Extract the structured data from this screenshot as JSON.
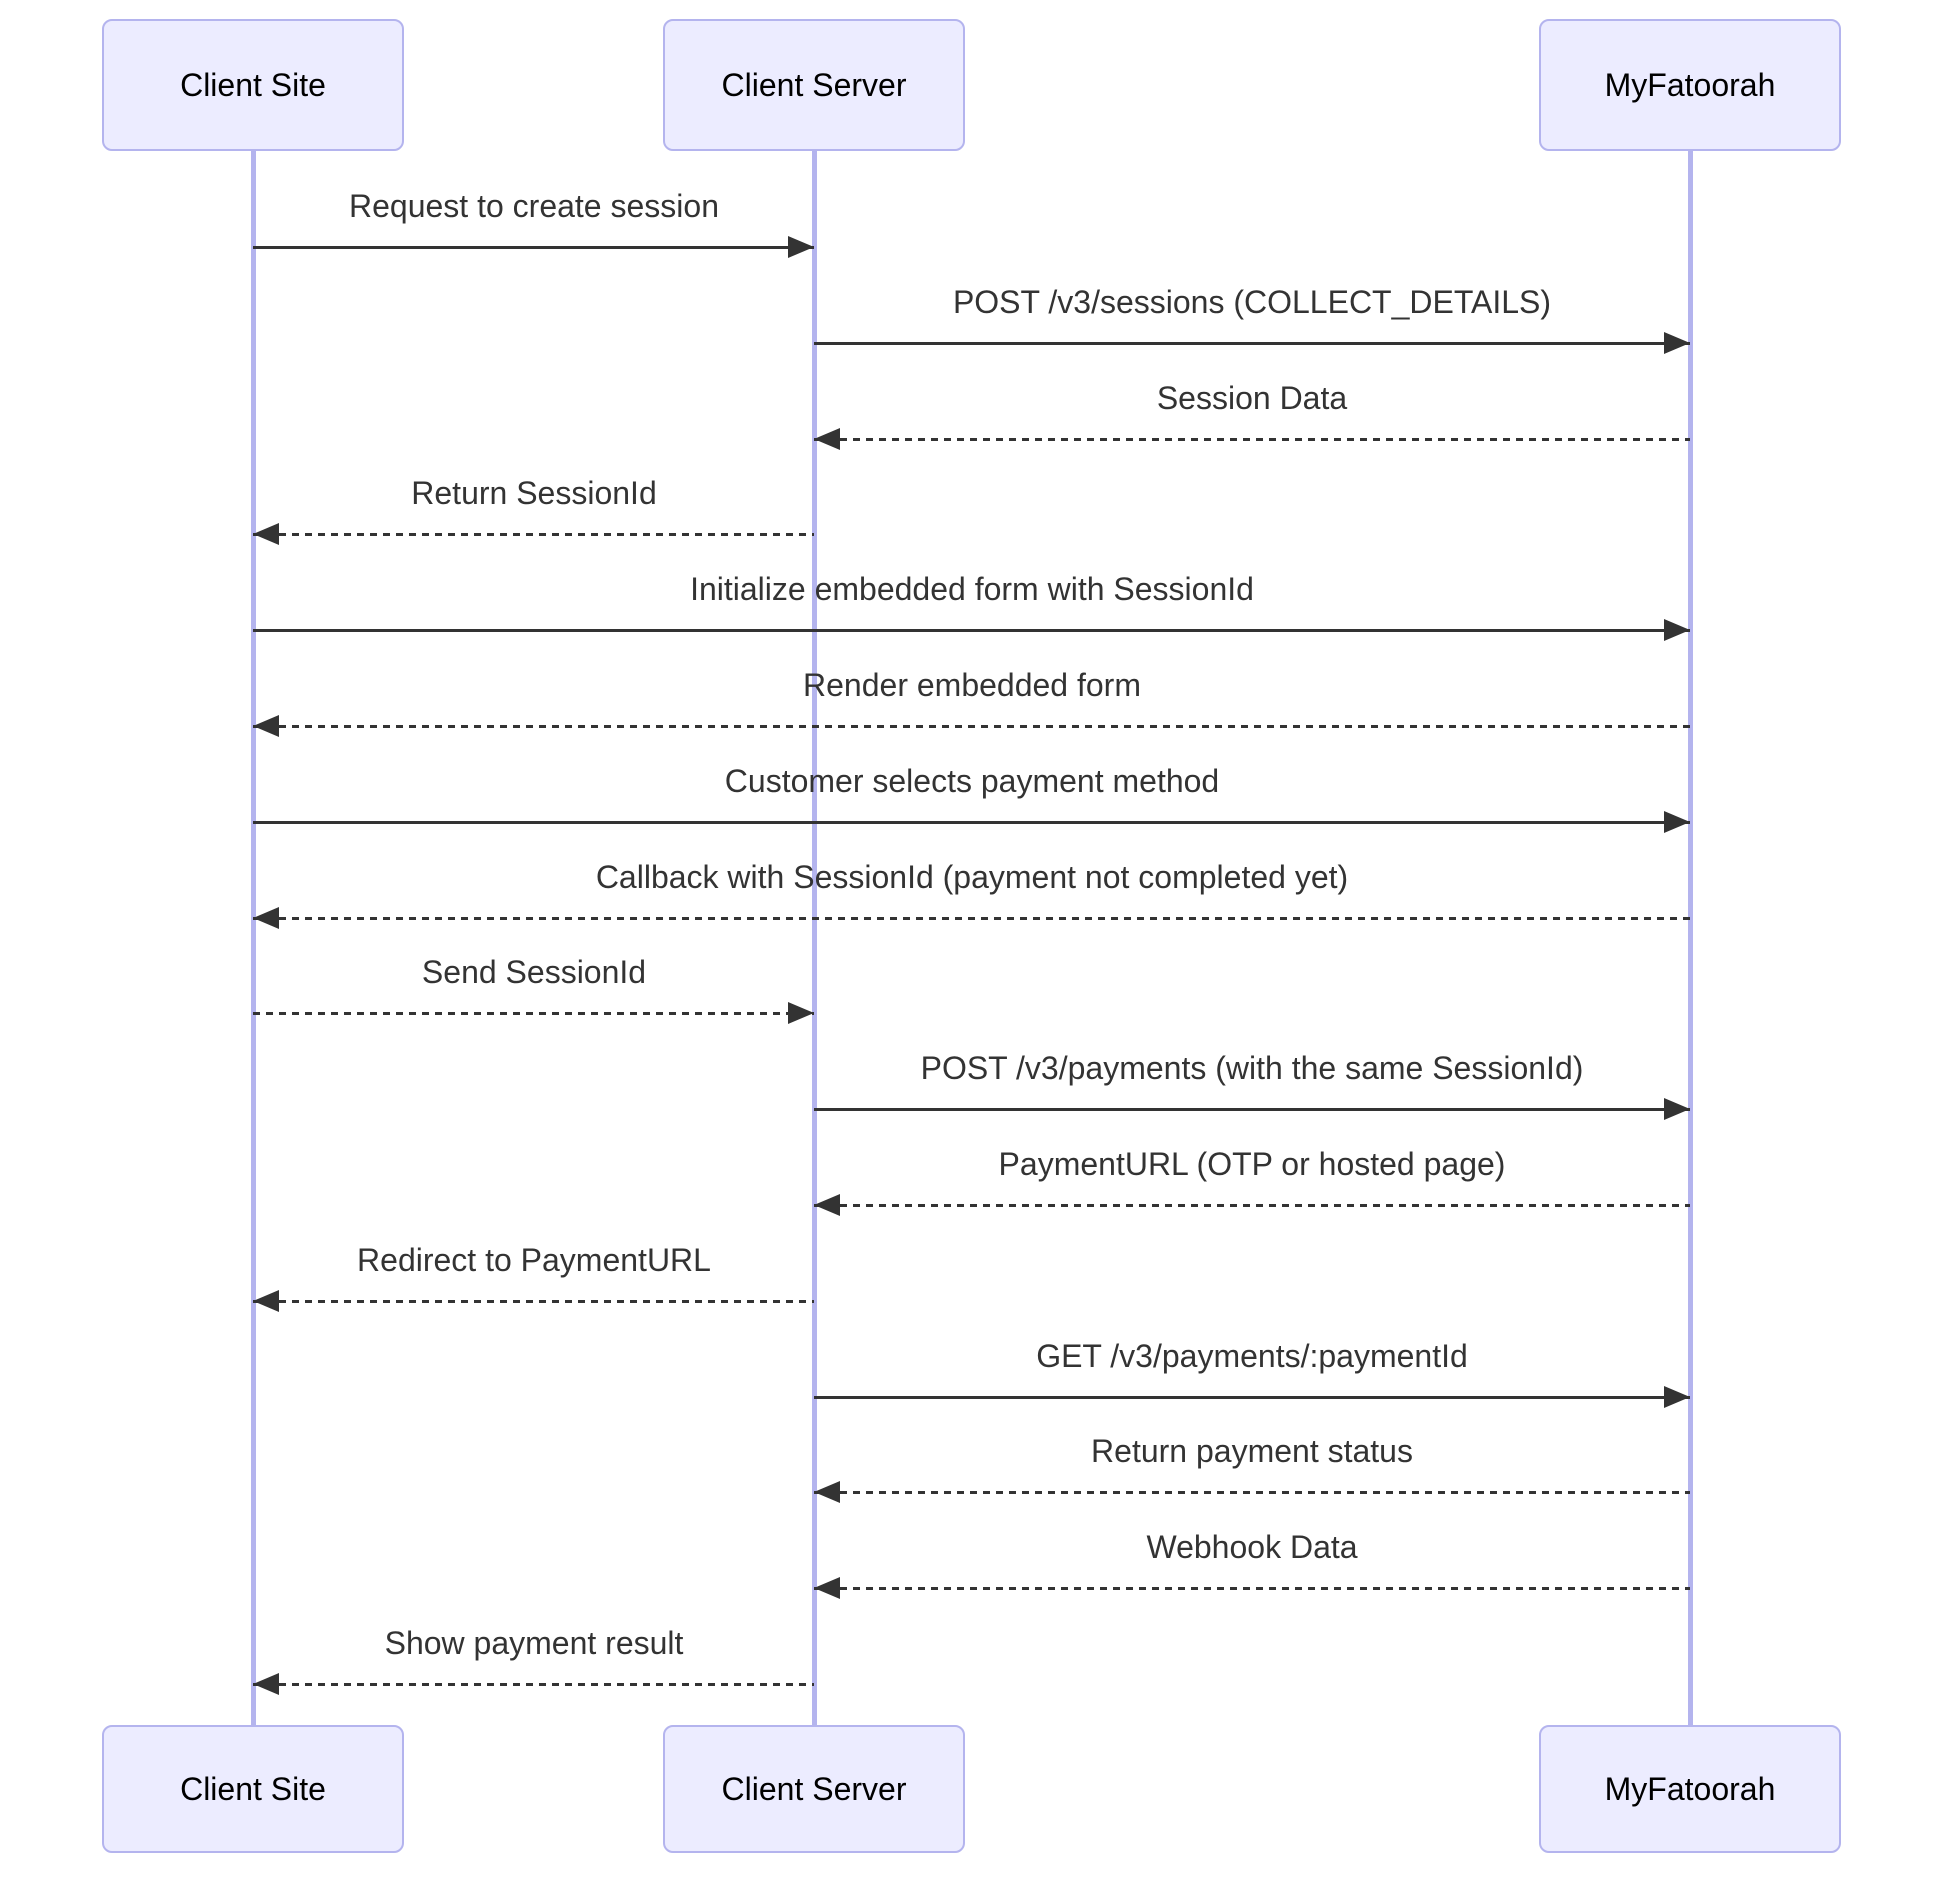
{
  "diagram": {
    "type": "sequence-diagram",
    "participants": [
      {
        "id": "client-site",
        "label": "Client Site"
      },
      {
        "id": "client-server",
        "label": "Client Server"
      },
      {
        "id": "myfatoorah",
        "label": "MyFatoorah"
      }
    ],
    "messages": [
      {
        "from": "client-site",
        "to": "client-server",
        "line": "solid",
        "text": "Request to create session"
      },
      {
        "from": "client-server",
        "to": "myfatoorah",
        "line": "solid",
        "text": "POST /v3/sessions (COLLECT_DETAILS)"
      },
      {
        "from": "myfatoorah",
        "to": "client-server",
        "line": "dashed",
        "text": "Session Data"
      },
      {
        "from": "client-server",
        "to": "client-site",
        "line": "dashed",
        "text": "Return SessionId"
      },
      {
        "from": "client-site",
        "to": "myfatoorah",
        "line": "solid",
        "text": "Initialize embedded form with SessionId"
      },
      {
        "from": "myfatoorah",
        "to": "client-site",
        "line": "dashed",
        "text": "Render embedded form"
      },
      {
        "from": "client-site",
        "to": "myfatoorah",
        "line": "solid",
        "text": "Customer selects payment method"
      },
      {
        "from": "myfatoorah",
        "to": "client-site",
        "line": "dashed",
        "text": "Callback with SessionId (payment not completed yet)"
      },
      {
        "from": "client-site",
        "to": "client-server",
        "line": "dashed",
        "text": "Send SessionId"
      },
      {
        "from": "client-server",
        "to": "myfatoorah",
        "line": "solid",
        "text": "POST /v3/payments (with the same SessionId)"
      },
      {
        "from": "myfatoorah",
        "to": "client-server",
        "line": "dashed",
        "text": "PaymentURL (OTP or hosted page)"
      },
      {
        "from": "client-server",
        "to": "client-site",
        "line": "dashed",
        "text": "Redirect to PaymentURL"
      },
      {
        "from": "client-server",
        "to": "myfatoorah",
        "line": "solid",
        "text": "GET /v3/payments/:paymentId"
      },
      {
        "from": "myfatoorah",
        "to": "client-server",
        "line": "dashed",
        "text": "Return payment status"
      },
      {
        "from": "myfatoorah",
        "to": "client-server",
        "line": "dashed",
        "text": "Webhook Data"
      },
      {
        "from": "client-server",
        "to": "client-site",
        "line": "dashed",
        "text": "Show payment result"
      }
    ],
    "colors": {
      "actor_fill": "#ECECFF",
      "actor_border": "#B4B4EE",
      "lifeline": "#B4B4EE",
      "arrow": "#333333",
      "message_text": "#333333",
      "actor_text": "#000000",
      "background": "#FFFFFF"
    }
  }
}
